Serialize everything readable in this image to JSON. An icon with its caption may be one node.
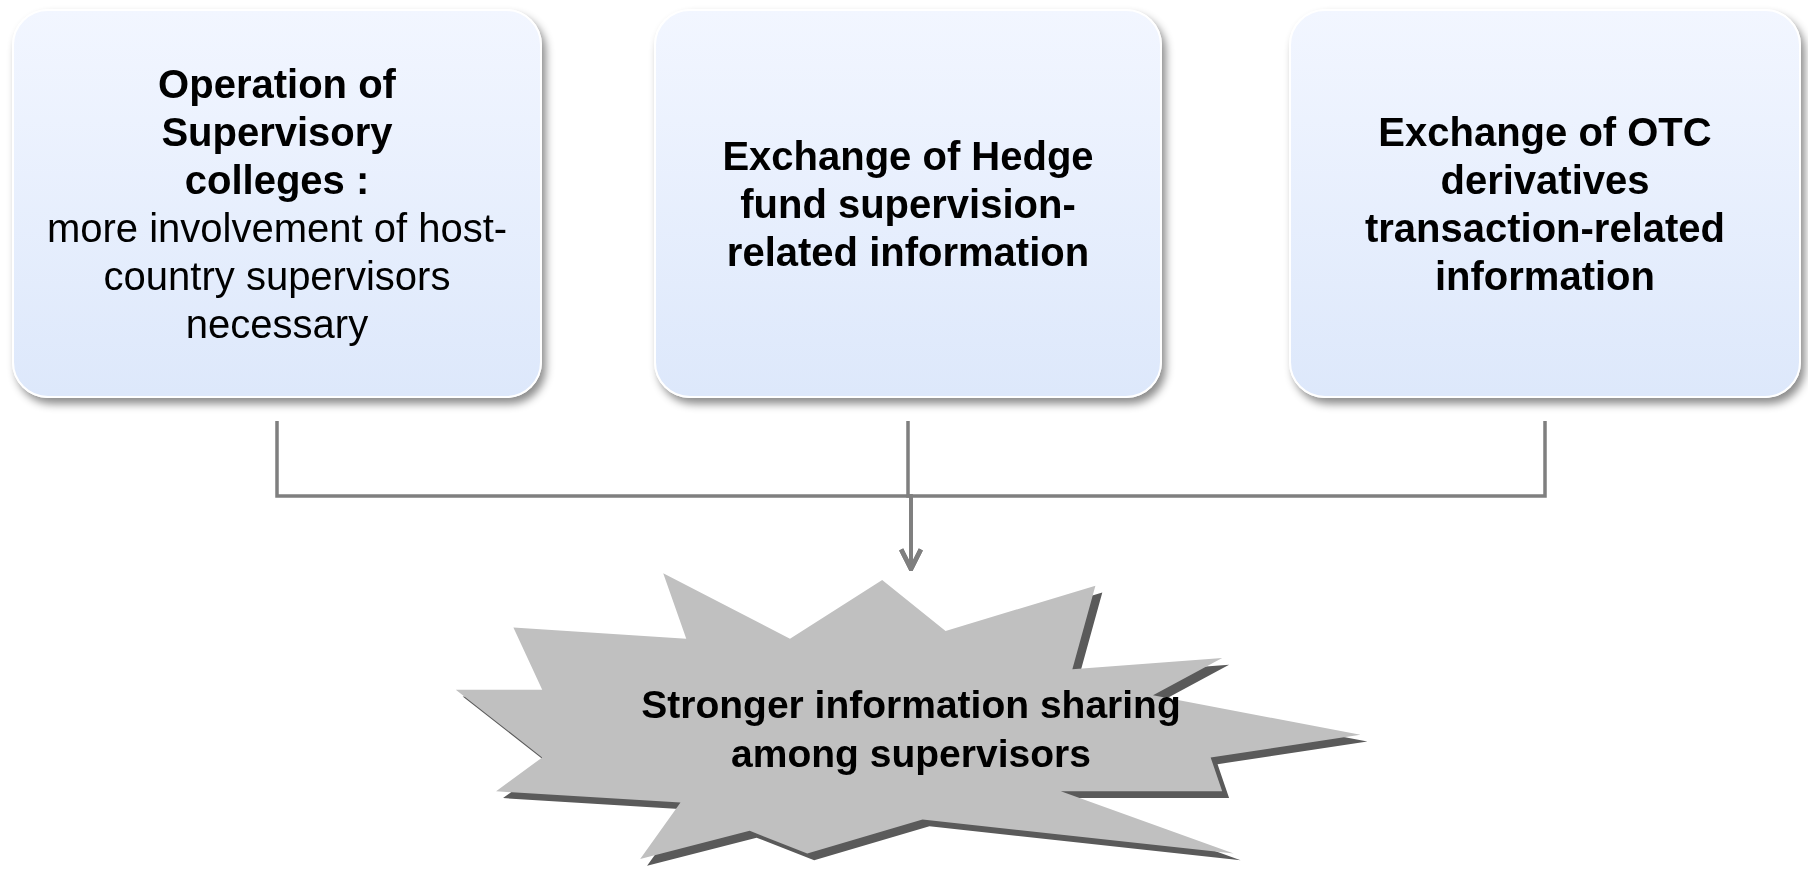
{
  "diagram": {
    "nodes": [
      {
        "text": [
          "Operation of Supervisory colleges :",
          "more involvement of host-country supervisors necessary"
        ]
      },
      {
        "text": [
          "Exchange of Hedge fund supervision-related information"
        ]
      },
      {
        "text": [
          "Exchange of OTC derivatives transaction-related information"
        ]
      },
      {
        "text": [
          "Stronger information sharing among supervisors"
        ]
      }
    ],
    "edges": [
      {
        "from": 0,
        "to": 3,
        "arrow": "to"
      },
      {
        "from": 1,
        "to": 3,
        "arrow": "to"
      },
      {
        "from": 2,
        "to": 3,
        "arrow": "to"
      }
    ]
  }
}
